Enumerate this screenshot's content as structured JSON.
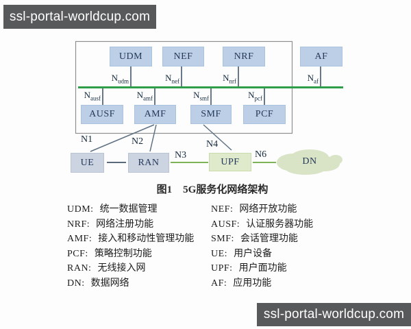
{
  "banners": {
    "top": "ssl-portal-worldcup.com",
    "bottom": "ssl-portal-worldcup.com"
  },
  "diagram": {
    "boxes": {
      "udm": "UDM",
      "nef": "NEF",
      "nrf": "NRF",
      "af": "AF",
      "ausf": "AUSF",
      "amf": "AMF",
      "smf": "SMF",
      "pcf": "PCF",
      "ue": "UE",
      "ran": "RAN",
      "upf": "UPF",
      "dn": "DN"
    },
    "service_refs": {
      "base": "N",
      "udm": "udm",
      "nef": "nef",
      "nrf": "nrf",
      "af": "af",
      "ausf": "ausf",
      "amf": "amf",
      "smf": "smf",
      "pcf": "pcf"
    },
    "interfaces": {
      "n1": "N1",
      "n2": "N2",
      "n3": "N3",
      "n4": "N4",
      "n6": "N6"
    },
    "colors": {
      "bus_green": "#2e9e4a",
      "link_green": "#7db356",
      "link_gray": "#5f7285",
      "box_blue": "#bccfe6",
      "box_gray_blue": "#ccd4e2",
      "box_green": "#dfe9cc",
      "cloud_green": "#d9e3c6",
      "banner_bg": "#58595a"
    }
  },
  "caption": {
    "figure_no": "图1",
    "title": "5G服务化网络架构"
  },
  "legend": {
    "left": [
      {
        "abbr": "UDM:",
        "def": "统一数据管理"
      },
      {
        "abbr": "NRF:",
        "def": "网络注册功能"
      },
      {
        "abbr": "AMF:",
        "def": "接入和移动性管理功能"
      },
      {
        "abbr": "PCF:",
        "def": "策略控制功能"
      },
      {
        "abbr": "RAN:",
        "def": "无线接入网"
      },
      {
        "abbr": "DN:",
        "def": "数据网络"
      }
    ],
    "right": [
      {
        "abbr": "NEF:",
        "def": "网络开放功能"
      },
      {
        "abbr": "AUSF:",
        "def": "认证服务器功能"
      },
      {
        "abbr": "SMF:",
        "def": "会话管理功能"
      },
      {
        "abbr": "UE:",
        "def": "用户设备"
      },
      {
        "abbr": "UPF:",
        "def": "用户面功能"
      },
      {
        "abbr": "AF:",
        "def": "应用功能"
      }
    ]
  }
}
